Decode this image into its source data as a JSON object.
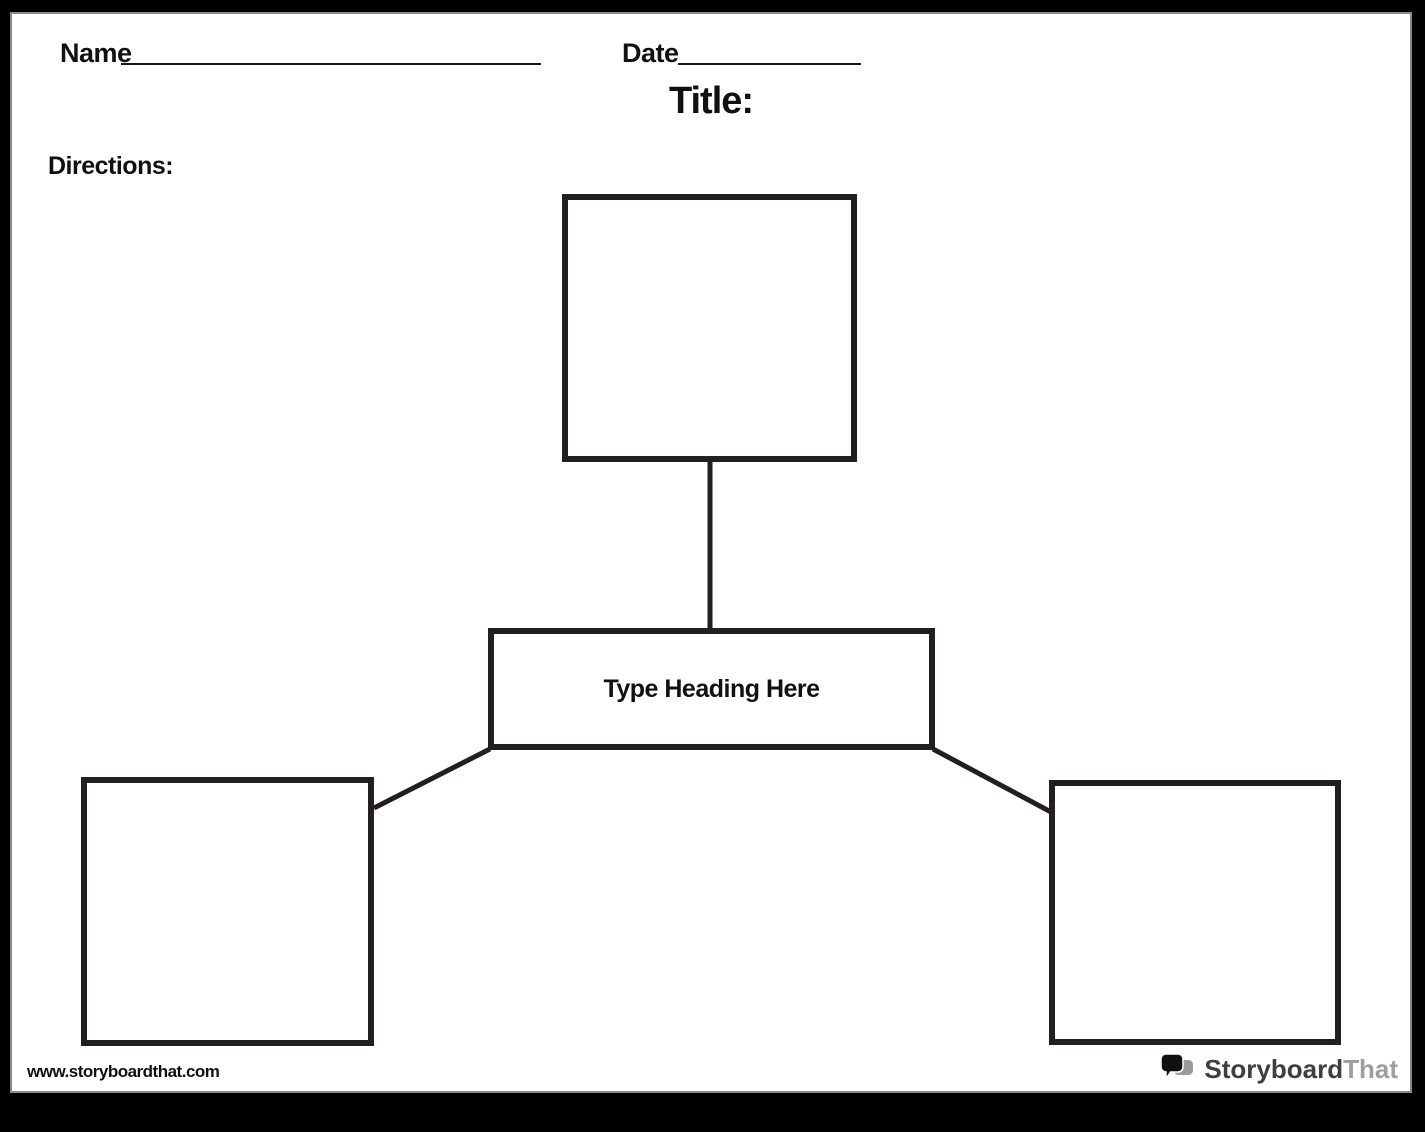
{
  "header": {
    "name_label": "Name",
    "date_label": "Date",
    "title_label": "Title:",
    "directions_label": "Directions:"
  },
  "diagram": {
    "heading_placeholder": "Type Heading Here",
    "node_count": 3,
    "structure": "central heading box linked to one top square and two bottom corner squares"
  },
  "footer": {
    "website": "www.storyboardthat.com",
    "logo_primary": "Storyboard",
    "logo_secondary": "That"
  },
  "colors": {
    "frame": "#000000",
    "page_bg": "#ffffff",
    "page_edge": "#8a8a8a",
    "line": "#231f20",
    "text": "#111111",
    "logo_text_primary": "#3f3f3f",
    "logo_text_secondary": "#9e9e9e",
    "logo_bubble_dark": "#111111",
    "logo_bubble_gray": "#9b9b9b"
  }
}
